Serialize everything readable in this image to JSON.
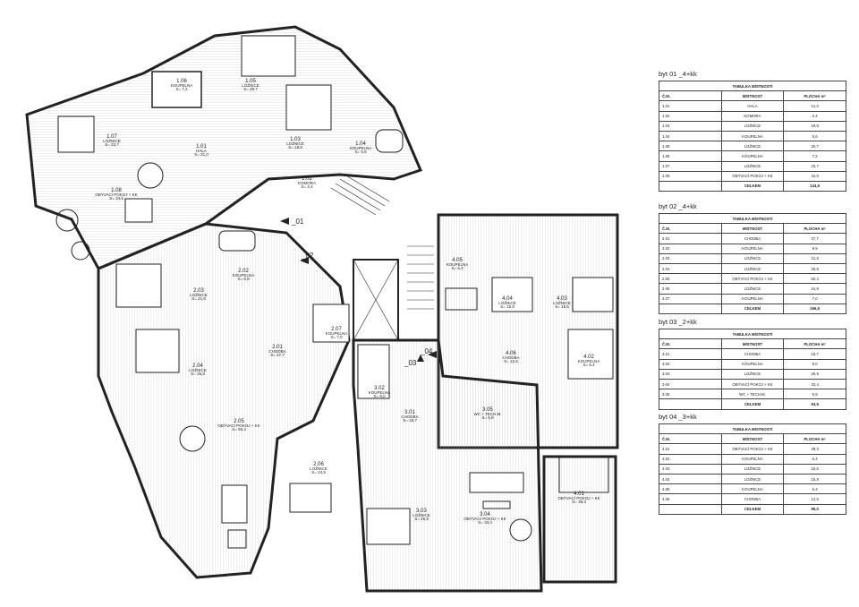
{
  "plan": {
    "rooms": [
      {
        "id": "1.06",
        "name": "KOUPELNA",
        "area": "S= 7,2"
      },
      {
        "id": "1.05",
        "name": "LOŽNICE",
        "area": "S= 20,7"
      },
      {
        "id": "1.07",
        "name": "LOŽNICE",
        "area": "S= 23,7"
      },
      {
        "id": "1.01",
        "name": "HALA",
        "area": "S= 21,0"
      },
      {
        "id": "1.03",
        "name": "LOŽNICE",
        "area": "S= 19,8"
      },
      {
        "id": "1.04",
        "name": "KOUPELNA",
        "area": "S= 5,6"
      },
      {
        "id": "1.02",
        "name": "KOMORA",
        "area": "S= 2,4"
      },
      {
        "id": "1.08",
        "name": "OBÝVACÍ POKOJ + KK",
        "area": "S= 34,5"
      },
      {
        "id": "2.02",
        "name": "KOUPELNA",
        "area": "S= 8,9"
      },
      {
        "id": "2.03",
        "name": "LOŽNICE",
        "area": "S= 21,8"
      },
      {
        "id": "2.01",
        "name": "CHODBA",
        "area": "S= 27,7"
      },
      {
        "id": "2.07",
        "name": "KOUPELNA",
        "area": "S= 7,0"
      },
      {
        "id": "2.04",
        "name": "LOŽNICE",
        "area": "S= 26,8"
      },
      {
        "id": "2.05",
        "name": "OBÝVACÍ POKOJ + KK",
        "area": "S= 50,4"
      },
      {
        "id": "2.06",
        "name": "LOŽNICE",
        "area": "S= 24,9"
      },
      {
        "id": "4.05",
        "name": "KOUPELNA",
        "area": "S= 5,4"
      },
      {
        "id": "4.04",
        "name": "LOŽNICE",
        "area": "S= 15,8"
      },
      {
        "id": "4.03",
        "name": "LOŽNICE",
        "area": "S= 15,6"
      },
      {
        "id": "4.06",
        "name": "CHODBA",
        "area": "S= 12,5"
      },
      {
        "id": "4.02",
        "name": "KOUPELNA",
        "area": "S= 6,4"
      },
      {
        "id": "4.01",
        "name": "OBÝVACÍ POKOJ + KK",
        "area": "S= 39,3"
      },
      {
        "id": "3.02",
        "name": "KOUPELNA",
        "area": "S= 9,0"
      },
      {
        "id": "3.01",
        "name": "CHODBA",
        "area": "S= 18,7"
      },
      {
        "id": "3.05",
        "name": "WC + TECH.M.",
        "area": "S= 5,9"
      },
      {
        "id": "3.03",
        "name": "LOŽNICE",
        "area": "S= 26,9"
      },
      {
        "id": "3.04",
        "name": "OBÝVACÍ POKOJ + KK",
        "area": "S= 33,4"
      }
    ],
    "unit_markers": [
      "_01",
      "_02",
      "_03",
      "_04"
    ]
  },
  "tables": [
    {
      "title": "byt 01 _4+kk",
      "caption": "TABULKA MÍSTNOSTÍ",
      "headers": [
        "Č.M.",
        "MÍSTNOST",
        "PLOCHA m²"
      ],
      "rows": [
        [
          "1.01",
          "HALA",
          "21,0"
        ],
        [
          "1.02",
          "KOMORA",
          "2,4"
        ],
        [
          "1.03",
          "LOŽNICE",
          "19,8"
        ],
        [
          "1.04",
          "KOUPELNA",
          "5,6"
        ],
        [
          "1.05",
          "LOŽNICE",
          "20,7"
        ],
        [
          "1.06",
          "KOUPELNA",
          "7,2"
        ],
        [
          "1.07",
          "LOŽNICE",
          "23,7"
        ],
        [
          "1.08",
          "OBÝVACÍ POKOJ + KK",
          "34,5"
        ]
      ],
      "total_label": "CELKEM",
      "total": "134,9"
    },
    {
      "title": "byt 02 _4+kk",
      "caption": "TABULKA MÍSTNOSTÍ",
      "headers": [
        "Č.M.",
        "MÍSTNOST",
        "PLOCHA m²"
      ],
      "rows": [
        [
          "2.01",
          "CHODBA",
          "27,7"
        ],
        [
          "2.02",
          "KOUPELNA",
          "8,9"
        ],
        [
          "2.03",
          "LOŽNICE",
          "21,8"
        ],
        [
          "2.04",
          "LOŽNICE",
          "26,8"
        ],
        [
          "2.05",
          "OBÝVACÍ POKOJ + KK",
          "50,4"
        ],
        [
          "2.06",
          "LOŽNICE",
          "24,9"
        ],
        [
          "2.07",
          "KOUPELNA",
          "7,0"
        ]
      ],
      "total_label": "CELKEM",
      "total": "166,5"
    },
    {
      "title": "byt 03 _2+kk",
      "caption": "TABULKA MÍSTNOSTÍ",
      "headers": [
        "Č.M.",
        "MÍSTNOST",
        "PLOCHA m²"
      ],
      "rows": [
        [
          "3.01",
          "CHODBA",
          "18,7"
        ],
        [
          "3.02",
          "KOUPELNA",
          "9,0"
        ],
        [
          "3.03",
          "LOŽNICE",
          "26,9"
        ],
        [
          "3.04",
          "OBÝVACÍ POKOJ + KK",
          "33,4"
        ],
        [
          "3.05",
          "WC + TECH.M.",
          "5,9"
        ]
      ],
      "total_label": "CELKEM",
      "total": "93,9"
    },
    {
      "title": "byt 04 _3+kk",
      "caption": "TABULKA MÍSTNOSTÍ",
      "headers": [
        "Č.M.",
        "MÍSTNOST",
        "PLOCHA m²"
      ],
      "rows": [
        [
          "4.01",
          "OBÝVACÍ POKOJ + KK",
          "39,3"
        ],
        [
          "4.02",
          "KOUPELNA",
          "6,4"
        ],
        [
          "4.03",
          "LOŽNICE",
          "15,6"
        ],
        [
          "4.04",
          "LOŽNICE",
          "15,8"
        ],
        [
          "4.05",
          "KOUPELNA",
          "5,4"
        ],
        [
          "4.06",
          "CHODBA",
          "12,5"
        ]
      ],
      "total_label": "CELKEM",
      "total": "95,0"
    }
  ]
}
